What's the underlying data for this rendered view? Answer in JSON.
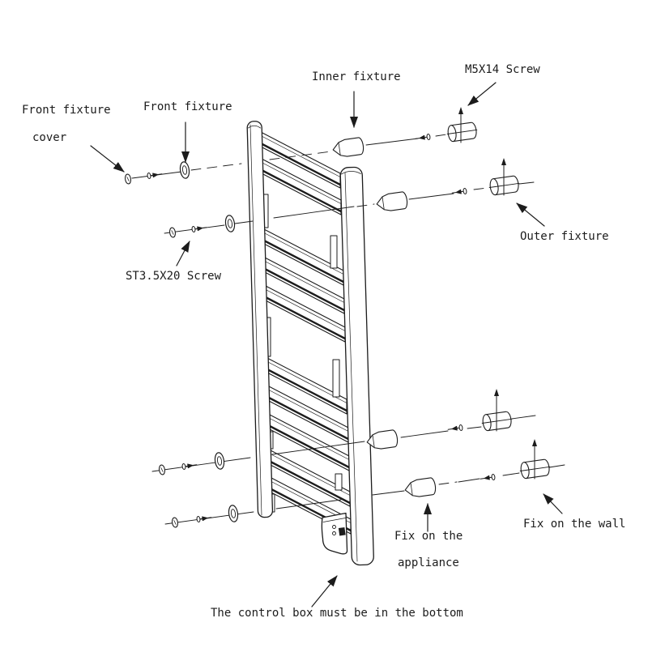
{
  "diagram": {
    "type": "exploded-assembly-diagram",
    "colors": {
      "background": "#ffffff",
      "line": "#1c1c1c"
    },
    "labels": {
      "front_fixture_cover_line1": "Front fixture",
      "front_fixture_cover_line2": "cover",
      "front_fixture": "Front fixture",
      "inner_fixture": "Inner fixture",
      "m5x14_screw": "M5X14 Screw",
      "outer_fixture": "Outer fixture",
      "st3_5x20_screw": "ST3.5X20 Screw",
      "fix_on_the_appliance_line1": "Fix on the",
      "fix_on_the_appliance_line2": "appliance",
      "fix_on_the_wall": "Fix on the wall",
      "control_box_note": "The control box must be in the bottom"
    }
  }
}
